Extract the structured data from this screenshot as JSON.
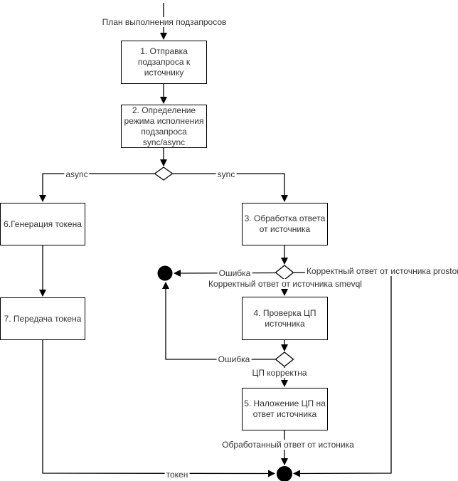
{
  "diagram": {
    "nodes": {
      "step1": "1. Отправка\nподзапроса к\nисточнику",
      "step2": "2. Определение\nрежима исполнения\nподзапроса\nsync/async",
      "step3": "3. Обработка ответа\nот источника",
      "step4": "4. Проверка ЦП\nисточника",
      "step5": "5. Наложение ЦП на\nответ источника",
      "step6": "6.Генерация токена",
      "step7": "7. Передача токена"
    },
    "edge_labels": {
      "plan": "План выполнения подзапросов",
      "async_branch": "async",
      "sync_branch": "sync",
      "error_response": "Ошибка",
      "error_signature": "Ошибка",
      "ok_prostore": "Корректный ответ от источника prostore",
      "ok_smevql": "Корректный ответ от источника smevql",
      "signature_valid": "ЦП корректна",
      "processed_response": "Обработанный ответ от истоника",
      "token": "токен"
    },
    "colors": {
      "stroke": "#000000",
      "text": "#333333",
      "node_fill": "#ffffff",
      "end_node_fill": "#000000",
      "background": "#ffffff"
    }
  }
}
